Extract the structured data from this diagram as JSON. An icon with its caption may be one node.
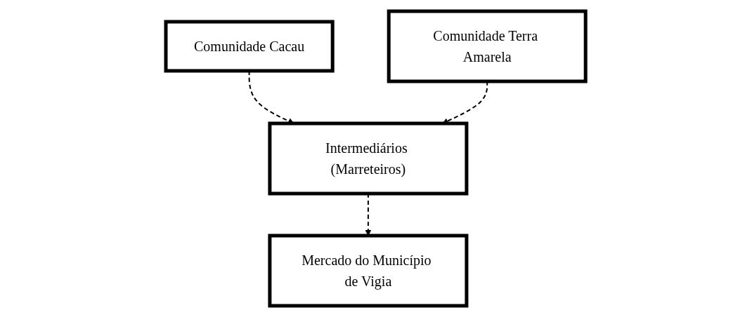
{
  "diagram": {
    "nodes": [
      {
        "text": [
          "Comunidade Cacau"
        ]
      },
      {
        "text": [
          "Comunidade Terra Amarela"
        ]
      },
      {
        "text": [
          "Intermediários (Marreteiros)"
        ]
      },
      {
        "text": [
          "Mercado do Município de Vigia"
        ]
      }
    ],
    "edges": [
      {
        "from": 0,
        "to": 2,
        "arrow": "to",
        "style": "dashed"
      },
      {
        "from": 1,
        "to": 2,
        "arrow": "to",
        "style": "dashed"
      },
      {
        "from": 2,
        "to": 3,
        "arrow": "to",
        "style": "dashed"
      }
    ]
  }
}
